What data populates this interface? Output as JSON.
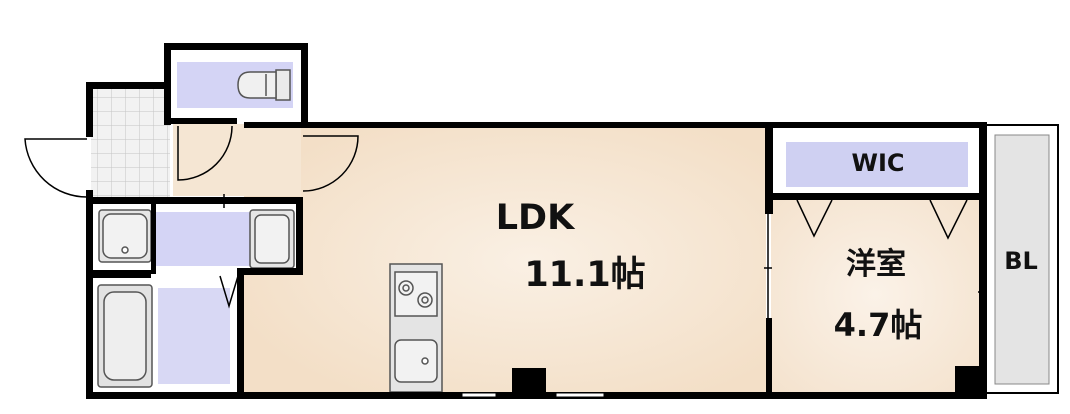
{
  "plan": {
    "rooms": [
      {
        "id": "ldk",
        "name": "LDK",
        "size": "11.1帖"
      },
      {
        "id": "western-room",
        "name": "洋室",
        "size": "4.7帖"
      },
      {
        "id": "wic",
        "name": "WIC"
      },
      {
        "id": "balcony",
        "name": "BL"
      }
    ]
  },
  "colors": {
    "wall": "#000000",
    "ldk_floor": "#faeee0",
    "ldk_glow": "#f2dcc2",
    "wet_area": "#d2d2f4",
    "wic_fill": "#cfd0f2",
    "balcony_fill": "#e3e3e3",
    "fixture_fill": "#e3e3e3",
    "entrance_tile": "#f0f0f0"
  }
}
